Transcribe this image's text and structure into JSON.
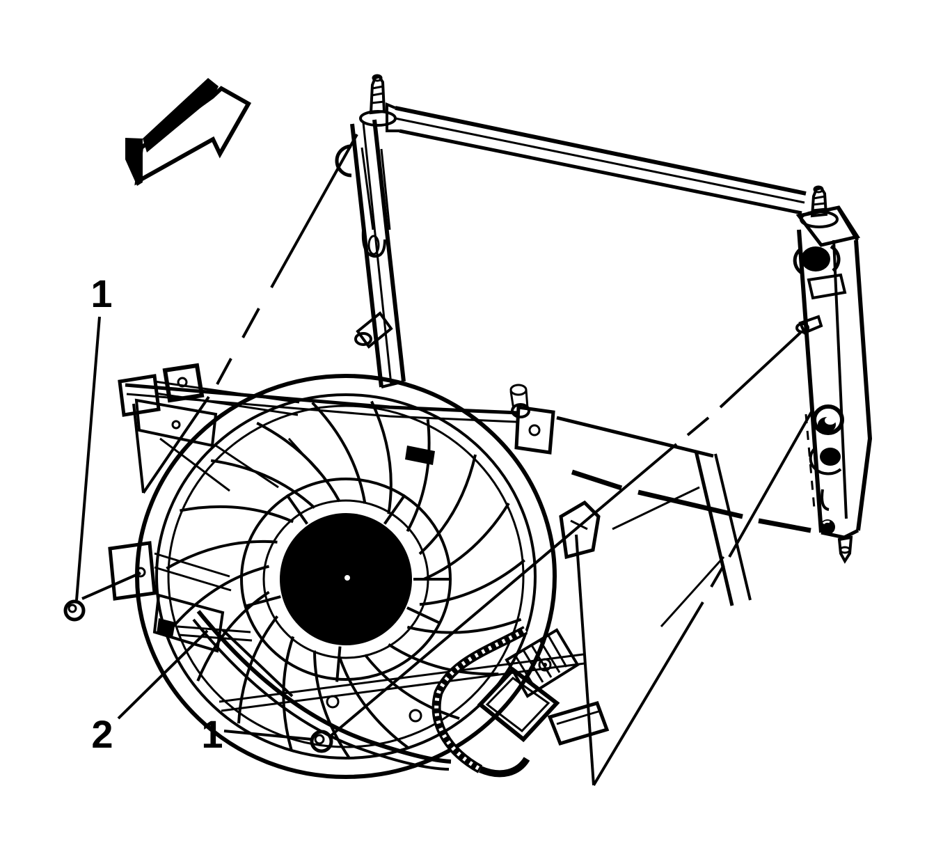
{
  "diagram": {
    "callouts": {
      "upper_left": "1",
      "lower_left": "2",
      "lower_center": "1"
    },
    "colors": {
      "line": "#000000",
      "background": "#ffffff"
    }
  }
}
